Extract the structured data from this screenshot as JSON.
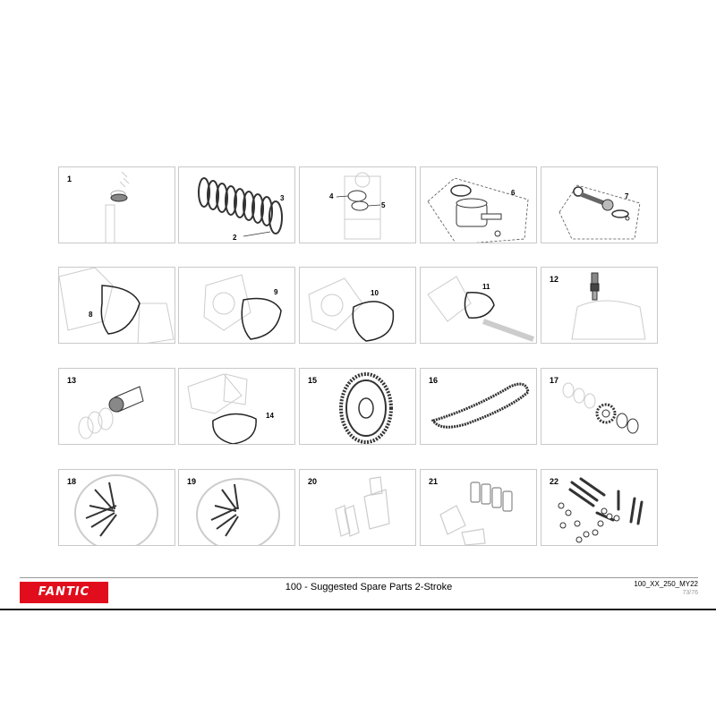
{
  "panels": [
    {
      "num": "1",
      "callouts": []
    },
    {
      "num": "",
      "callouts": [
        "3",
        "2"
      ]
    },
    {
      "num": "",
      "callouts": [
        "4",
        "5"
      ]
    },
    {
      "num": "",
      "callouts": [
        "6"
      ]
    },
    {
      "num": "",
      "callouts": [
        "7"
      ]
    },
    {
      "num": "",
      "callouts": [
        "8"
      ]
    },
    {
      "num": "",
      "callouts": [
        "9"
      ]
    },
    {
      "num": "",
      "callouts": [
        "10"
      ]
    },
    {
      "num": "",
      "callouts": [
        "11"
      ]
    },
    {
      "num": "12",
      "callouts": []
    },
    {
      "num": "13",
      "callouts": []
    },
    {
      "num": "",
      "callouts": [
        "14"
      ]
    },
    {
      "num": "15",
      "callouts": []
    },
    {
      "num": "16",
      "callouts": []
    },
    {
      "num": "17",
      "callouts": []
    },
    {
      "num": "18",
      "callouts": []
    },
    {
      "num": "19",
      "callouts": []
    },
    {
      "num": "20",
      "callouts": []
    },
    {
      "num": "21",
      "callouts": []
    },
    {
      "num": "22",
      "callouts": []
    }
  ],
  "footer": {
    "logo_text": "FANTIC",
    "title": "100 - Suggested Spare Parts 2-Stroke",
    "doc_code": "100_XX_250_MY22",
    "page": "73/76"
  },
  "colors": {
    "brand_red": "#e20d1c",
    "panel_border": "#c9c9c9"
  }
}
